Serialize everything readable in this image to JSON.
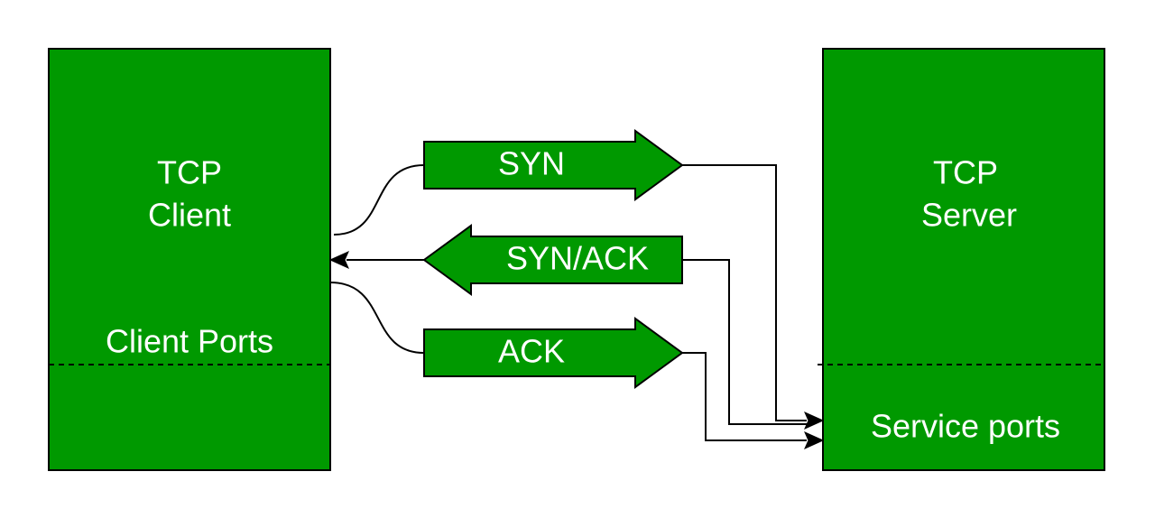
{
  "colors": {
    "box_fill": "#009900",
    "stroke": "#000000",
    "text": "#ffffff",
    "background": "#ffffff"
  },
  "client": {
    "title_line1": "TCP",
    "title_line2": "Client",
    "ports_label": "Client Ports"
  },
  "server": {
    "title_line1": "TCP",
    "title_line2": "Server",
    "ports_label": "Service ports"
  },
  "messages": {
    "syn": "SYN",
    "syn_ack": "SYN/ACK",
    "ack": "ACK"
  }
}
